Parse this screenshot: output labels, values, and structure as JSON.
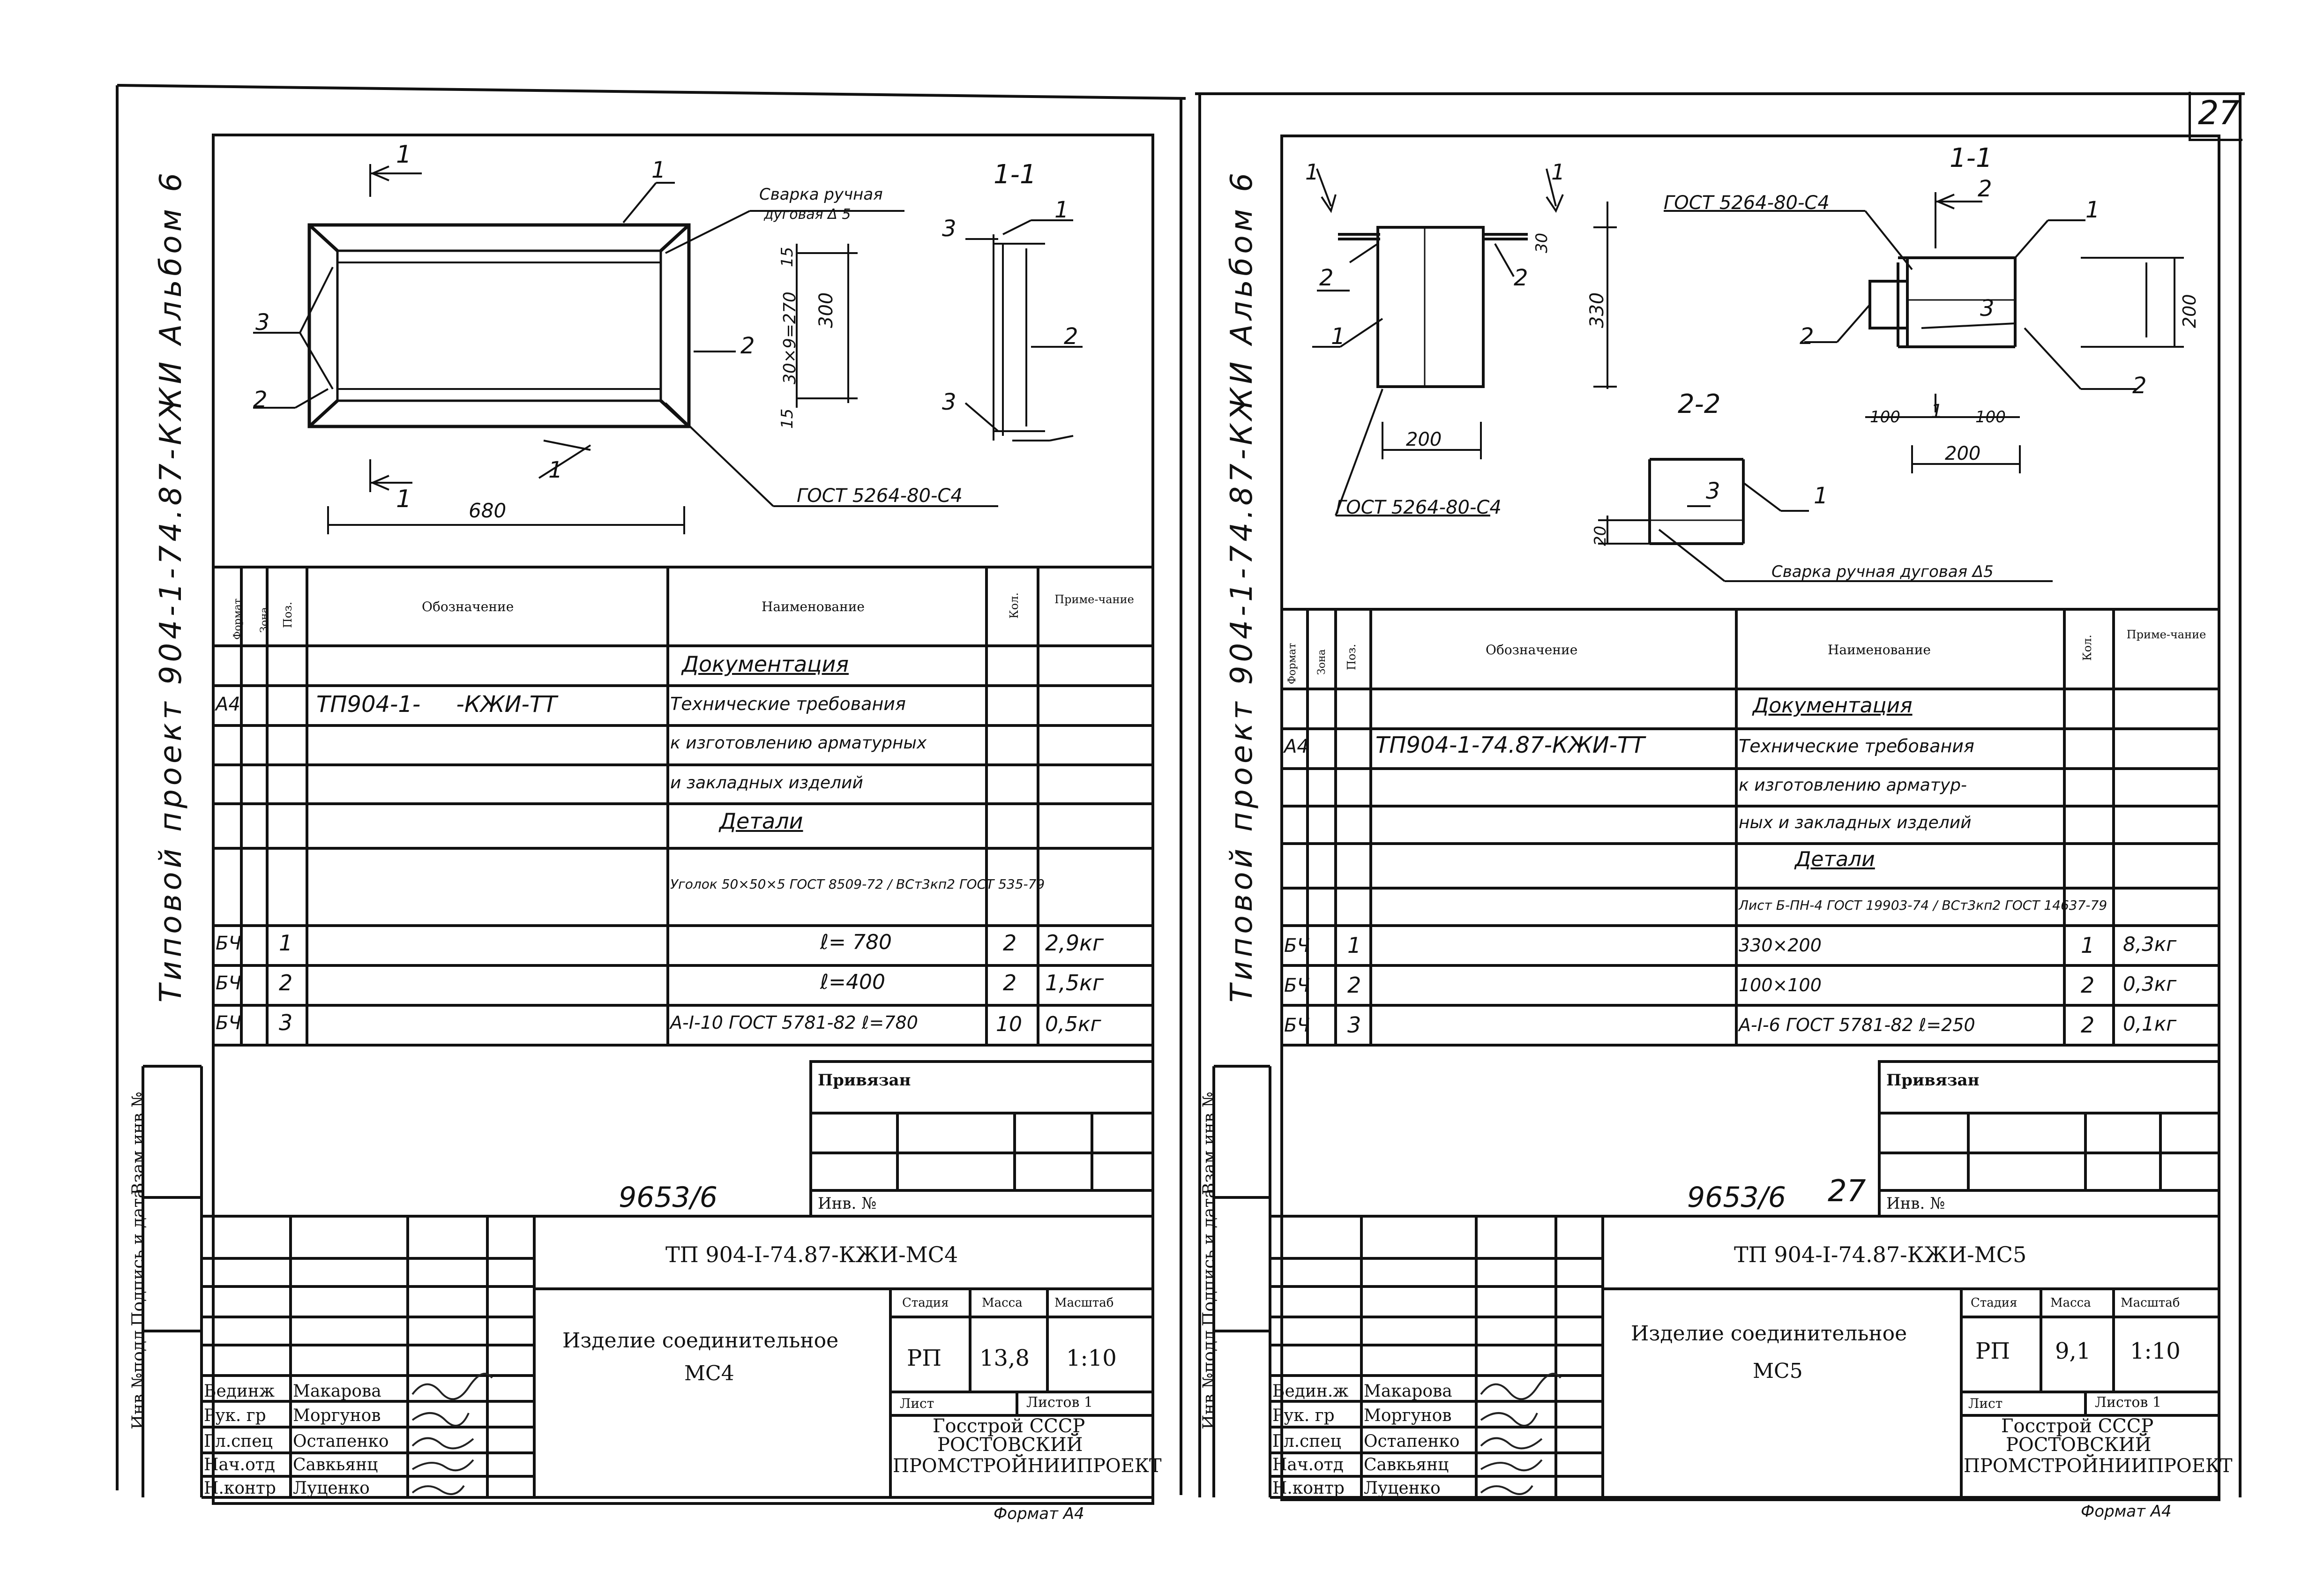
{
  "page_number": "27",
  "sheets": [
    {
      "id": "mc4",
      "side_title": "Типовой проект 904-1-74.87-КЖИ Альбом 6",
      "side_stamp_labels": [
        "Инв.№подл",
        "Подпись и дата",
        "Взам.инв.№"
      ],
      "drawing_labels": {
        "section_mark_top": "1",
        "section_mark_bottom": "1",
        "section_title": "1-1",
        "weld_note_line1": "Сварка ручная",
        "weld_note_line2": "дуговая Δ 5",
        "gost_note": "ГОСТ 5264-80-С4",
        "dim_width": "680",
        "dim_height": "300",
        "dim_inner": "30×9=270",
        "dim_offset_top": "15",
        "dim_offset_bottom": "15",
        "pos": [
          "1",
          "2",
          "3",
          "1",
          "2",
          "3",
          "3",
          "1",
          "2"
        ]
      },
      "spec_headers": [
        "Формат",
        "Зона",
        "Поз.",
        "Обозначение",
        "Наименование",
        "Кол.",
        "Приме-чание"
      ],
      "spec_rows": [
        {
          "format": "",
          "zone": "",
          "pos": "",
          "designation": "",
          "name": "Документация",
          "qty": "",
          "note": ""
        },
        {
          "format": "А4",
          "zone": "",
          "pos": "",
          "designation": "ТП904-1-     -КЖИ-ТТ",
          "name": "Технические требования",
          "qty": "",
          "note": ""
        },
        {
          "format": "",
          "zone": "",
          "pos": "",
          "designation": "",
          "name": "к изготовлению арматурных",
          "qty": "",
          "note": ""
        },
        {
          "format": "",
          "zone": "",
          "pos": "",
          "designation": "",
          "name": "и закладных изделий",
          "qty": "",
          "note": ""
        },
        {
          "format": "",
          "zone": "",
          "pos": "",
          "designation": "",
          "name": "Детали",
          "qty": "",
          "note": ""
        },
        {
          "format": "",
          "zone": "",
          "pos": "",
          "designation": "",
          "name": "Уголок 50×50×5 ГОСТ 8509-72 / ВСт3кп2 ГОСТ 535-79",
          "qty": "",
          "note": ""
        },
        {
          "format": "БЧ",
          "zone": "",
          "pos": "1",
          "designation": "",
          "name": "ℓ= 780",
          "qty": "2",
          "note": "2,9кг"
        },
        {
          "format": "БЧ",
          "zone": "",
          "pos": "2",
          "designation": "",
          "name": "ℓ=400",
          "qty": "2",
          "note": "1,5кг"
        },
        {
          "format": "БЧ",
          "zone": "",
          "pos": "3",
          "designation": "",
          "name": "А-I-10 ГОСТ 5781-82 ℓ=780",
          "qty": "10",
          "note": "0,5кг"
        }
      ],
      "privyazan": "Привязан",
      "inv_no": "Инв. №",
      "sheet_code": "9653/6",
      "sheet_code_extra": "",
      "doc_code": "ТП 904-I-74.87-КЖИ-МС4",
      "title_line1": "Изделие соединительное",
      "title_line2": "МС4",
      "stage_header": "Стадия",
      "mass_header": "Масса",
      "scale_header": "Масштаб",
      "stage": "РП",
      "mass": "13,8",
      "scale": "1:10",
      "list_label": "Лист",
      "lists_label": "Листов 1",
      "org": [
        "Госстрой СССР",
        "РОСТОВСКИЙ",
        "ПРОМСТРОЙНИИПРОЕКТ"
      ],
      "roles": [
        "Вединж",
        "Рук. гр",
        "Гл.спец",
        "Нач.отд",
        "Н.контр"
      ],
      "names": [
        "Макарова",
        "Моргунов",
        "Остапенко",
        "Савкьянц",
        "Луценко"
      ],
      "format_note": "Формат А4"
    },
    {
      "id": "mc5",
      "side_title": "Типовой проект 904-1-74.87-КЖИ Альбом 6",
      "side_stamp_labels": [
        "Инв.№подл",
        "Подпись и дата",
        "Взам.инв.№"
      ],
      "drawing_labels": {
        "section_mark_a": "1",
        "section_mark_b": "1",
        "section_title_a": "1-1",
        "section_title_b": "2-2",
        "gost_note_a": "ГОСТ 5264-80-С4",
        "gost_note_b": "ГОСТ 5264-80-С4",
        "weld_note": "Сварка ручная дуговая Δ5",
        "dim_330": "330",
        "dim_200a": "200",
        "dim_200b": "200",
        "dim_200c": "200",
        "dim_100a": "100",
        "dim_100b": "100",
        "dim_30": "30",
        "dim_20": "20",
        "pos": [
          "1",
          "2",
          "2",
          "1",
          "2",
          "3",
          "1",
          "2",
          "2",
          "3",
          "1"
        ]
      },
      "spec_headers": [
        "Формат",
        "Зона",
        "Поз.",
        "Обозначение",
        "Наименование",
        "Кол.",
        "Приме-чание"
      ],
      "spec_rows": [
        {
          "format": "",
          "zone": "",
          "pos": "",
          "designation": "",
          "name": "Документация",
          "qty": "",
          "note": ""
        },
        {
          "format": "А4",
          "zone": "",
          "pos": "",
          "designation": "ТП904-1-74.87-КЖИ-ТТ",
          "name": "Технические требования",
          "qty": "",
          "note": ""
        },
        {
          "format": "",
          "zone": "",
          "pos": "",
          "designation": "",
          "name": "к изготовлению арматур-",
          "qty": "",
          "note": ""
        },
        {
          "format": "",
          "zone": "",
          "pos": "",
          "designation": "",
          "name": "ных и закладных изделий",
          "qty": "",
          "note": ""
        },
        {
          "format": "",
          "zone": "",
          "pos": "",
          "designation": "",
          "name": "Детали",
          "qty": "",
          "note": ""
        },
        {
          "format": "",
          "zone": "",
          "pos": "",
          "designation": "",
          "name": "Лист Б-ПН-4 ГОСТ 19903-74 / ВСт3кп2 ГОСТ 14637-79",
          "qty": "",
          "note": ""
        },
        {
          "format": "БЧ",
          "zone": "",
          "pos": "1",
          "designation": "",
          "name": "330×200",
          "qty": "1",
          "note": "8,3кг"
        },
        {
          "format": "БЧ",
          "zone": "",
          "pos": "2",
          "designation": "",
          "name": "100×100",
          "qty": "2",
          "note": "0,3кг"
        },
        {
          "format": "БЧ",
          "zone": "",
          "pos": "3",
          "designation": "",
          "name": "А-I-6 ГОСТ 5781-82 ℓ=250",
          "qty": "2",
          "note": "0,1кг"
        }
      ],
      "privyazan": "Привязан",
      "inv_no": "Инв. №",
      "sheet_code": "9653/6",
      "sheet_code_extra": "27",
      "doc_code": "ТП 904-I-74.87-КЖИ-МС5",
      "title_line1": "Изделие соединительное",
      "title_line2": "МС5",
      "stage_header": "Стадия",
      "mass_header": "Масса",
      "scale_header": "Масштаб",
      "stage": "РП",
      "mass": "9,1",
      "scale": "1:10",
      "list_label": "Лист",
      "lists_label": "Листов 1",
      "org": [
        "Госстрой СССР",
        "РОСТОВСКИЙ",
        "ПРОМСТРОЙНИИПРОЕКТ"
      ],
      "roles": [
        "Ведин.ж",
        "Рук. гр",
        "Гл.спец",
        "Нач.отд",
        "Н.контр"
      ],
      "names": [
        "Макарова",
        "Моргунов",
        "Остапенко",
        "Савкьянц",
        "Луценко"
      ],
      "format_note": "Формат А4"
    }
  ]
}
